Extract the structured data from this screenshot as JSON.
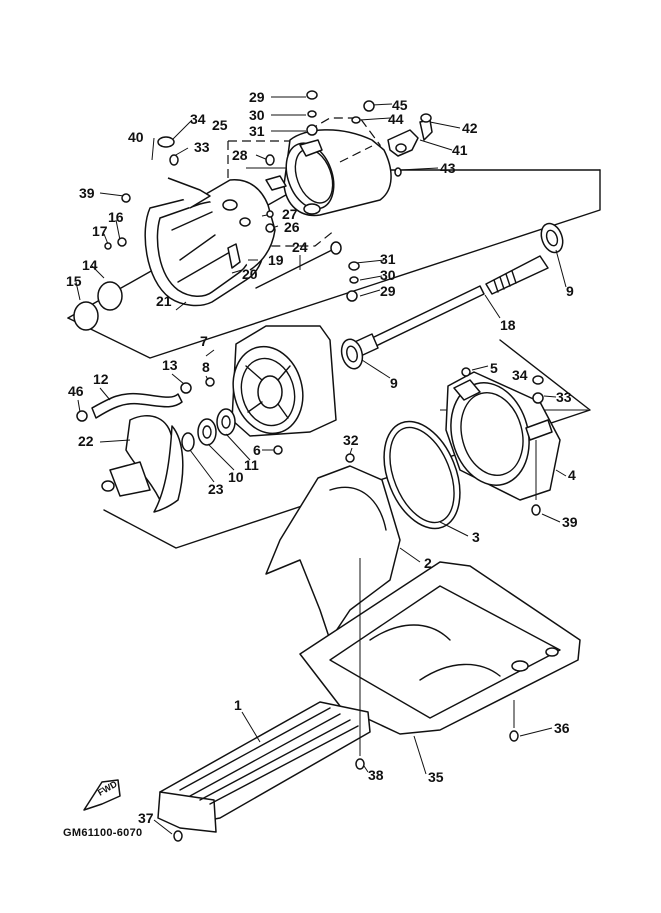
{
  "diagram": {
    "type": "exploded-parts-diagram",
    "drawing_code": "GM61100-6070",
    "direction_marker": "FWD",
    "callouts": {
      "p1": "1",
      "p2": "2",
      "p3": "3",
      "p4": "4",
      "p5": "5",
      "p6": "6",
      "p7": "7",
      "p8": "8",
      "p9a": "9",
      "p9b": "9",
      "p10": "10",
      "p11": "11",
      "p12": "12",
      "p13": "13",
      "p14": "14",
      "p15": "15",
      "p16": "16",
      "p17": "17",
      "p18": "18",
      "p19": "19",
      "p20": "20",
      "p21": "21",
      "p22": "22",
      "p23": "23",
      "p24": "24",
      "p25": "25",
      "p26": "26",
      "p27": "27",
      "p28": "28",
      "p29a": "29",
      "p29b": "29",
      "p30a": "30",
      "p30b": "30",
      "p31a": "31",
      "p31b": "31",
      "p32": "32",
      "p33a": "33",
      "p33b": "33",
      "p34a": "34",
      "p34b": "34",
      "p35": "35",
      "p36": "36",
      "p37": "37",
      "p38": "38",
      "p39a": "39",
      "p39b": "39",
      "p40": "40",
      "p41": "41",
      "p42": "42",
      "p43": "43",
      "p44": "44",
      "p45": "45",
      "p46": "46"
    }
  }
}
